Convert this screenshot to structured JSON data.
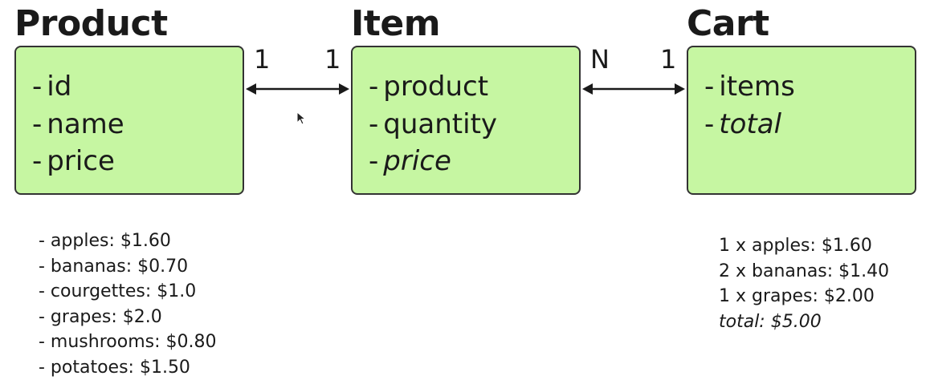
{
  "entities": {
    "product": {
      "title": "Product",
      "fields": [
        {
          "dash": "-",
          "name": "id"
        },
        {
          "dash": "-",
          "name": "name"
        },
        {
          "dash": "-",
          "name": "price"
        }
      ]
    },
    "item": {
      "title": "Item",
      "fields": [
        {
          "dash": "-",
          "name": "product"
        },
        {
          "dash": "-",
          "name": "quantity"
        },
        {
          "dash": "-",
          "name": "price",
          "derived": true
        }
      ]
    },
    "cart": {
      "title": "Cart",
      "fields": [
        {
          "dash": "-",
          "name": "items"
        },
        {
          "dash": "-",
          "name": "total",
          "derived": true
        }
      ]
    }
  },
  "relations": {
    "product_item": {
      "from_multiplicity": "1",
      "to_multiplicity": "1"
    },
    "item_cart": {
      "from_multiplicity": "N",
      "to_multiplicity": "1"
    }
  },
  "product_examples": [
    "- apples: $1.60",
    "- bananas: $0.70",
    "- courgettes: $1.0",
    "- grapes: $2.0",
    "- mushrooms: $0.80",
    "- potatoes: $1.50"
  ],
  "cart_example": {
    "lines": [
      "1 x apples: $1.60",
      "2 x bananas: $1.40",
      "1 x grapes: $2.00"
    ],
    "total": "total: $5.00"
  },
  "colors": {
    "box_fill": "#c6f6a2",
    "box_border": "#333333",
    "text": "#1a1a1a"
  },
  "icons": {
    "cursor": "mouse-pointer-icon",
    "arrowheads": "arrowhead-icon"
  }
}
